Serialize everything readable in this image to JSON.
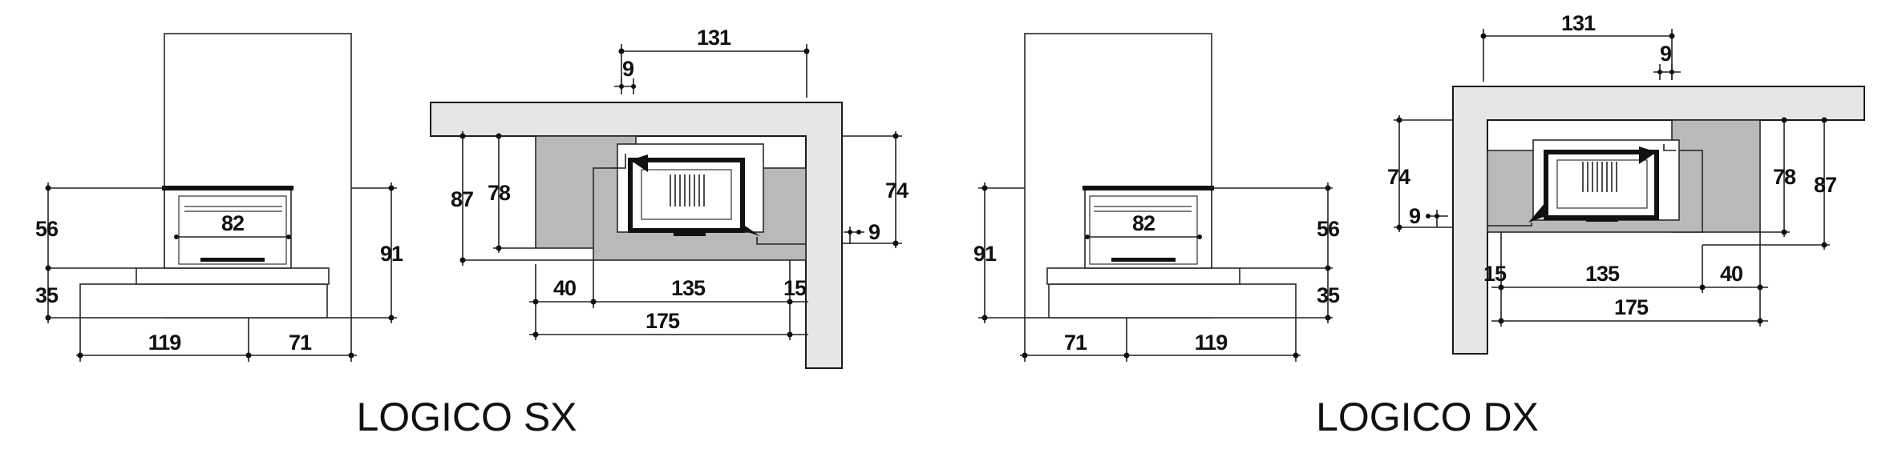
{
  "left": {
    "caption": "LOGICO SX",
    "front": {
      "w_firebox": "82",
      "h_top": "56",
      "h_base": "35",
      "h_total": "91",
      "w_main": "119",
      "w_side": "71"
    },
    "plan": {
      "top": "131",
      "notch": "9",
      "depth_outer": "87",
      "depth_inner": "78",
      "side": "74",
      "side_small": "9",
      "b40": "40",
      "b135": "135",
      "b15": "15",
      "b175": "175"
    }
  },
  "right": {
    "caption": "LOGICO DX",
    "front": {
      "w_firebox": "82",
      "h_top": "56",
      "h_base": "35",
      "h_total": "91",
      "w_main": "119",
      "w_side": "71"
    },
    "plan": {
      "top": "131",
      "notch": "9",
      "depth_outer": "87",
      "depth_inner": "78",
      "side": "74",
      "side_small": "9",
      "b40": "40",
      "b135": "135",
      "b15": "15",
      "b175": "175"
    }
  },
  "colors": {
    "wall": "#e6e6e6",
    "block": "#b9b9b9",
    "line": "#111111"
  }
}
